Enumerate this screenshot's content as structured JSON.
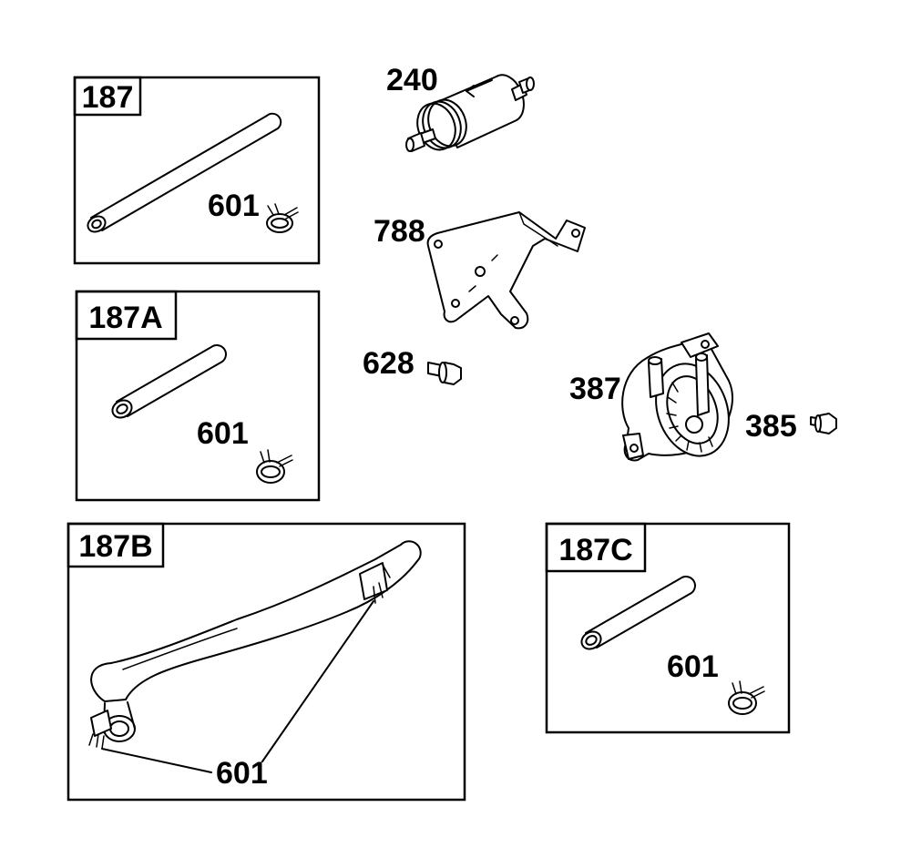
{
  "panels": {
    "p187": {
      "tag": "187",
      "clamp_label": "601"
    },
    "p187a": {
      "tag": "187A",
      "clamp_label": "601"
    },
    "p187b": {
      "tag": "187B",
      "clamp_label": "601"
    },
    "p187c": {
      "tag": "187C",
      "clamp_label": "601"
    }
  },
  "parts": {
    "fuel_filter": "240",
    "bracket": "788",
    "bolt": "628",
    "fuel_pump": "387",
    "screw": "385"
  }
}
